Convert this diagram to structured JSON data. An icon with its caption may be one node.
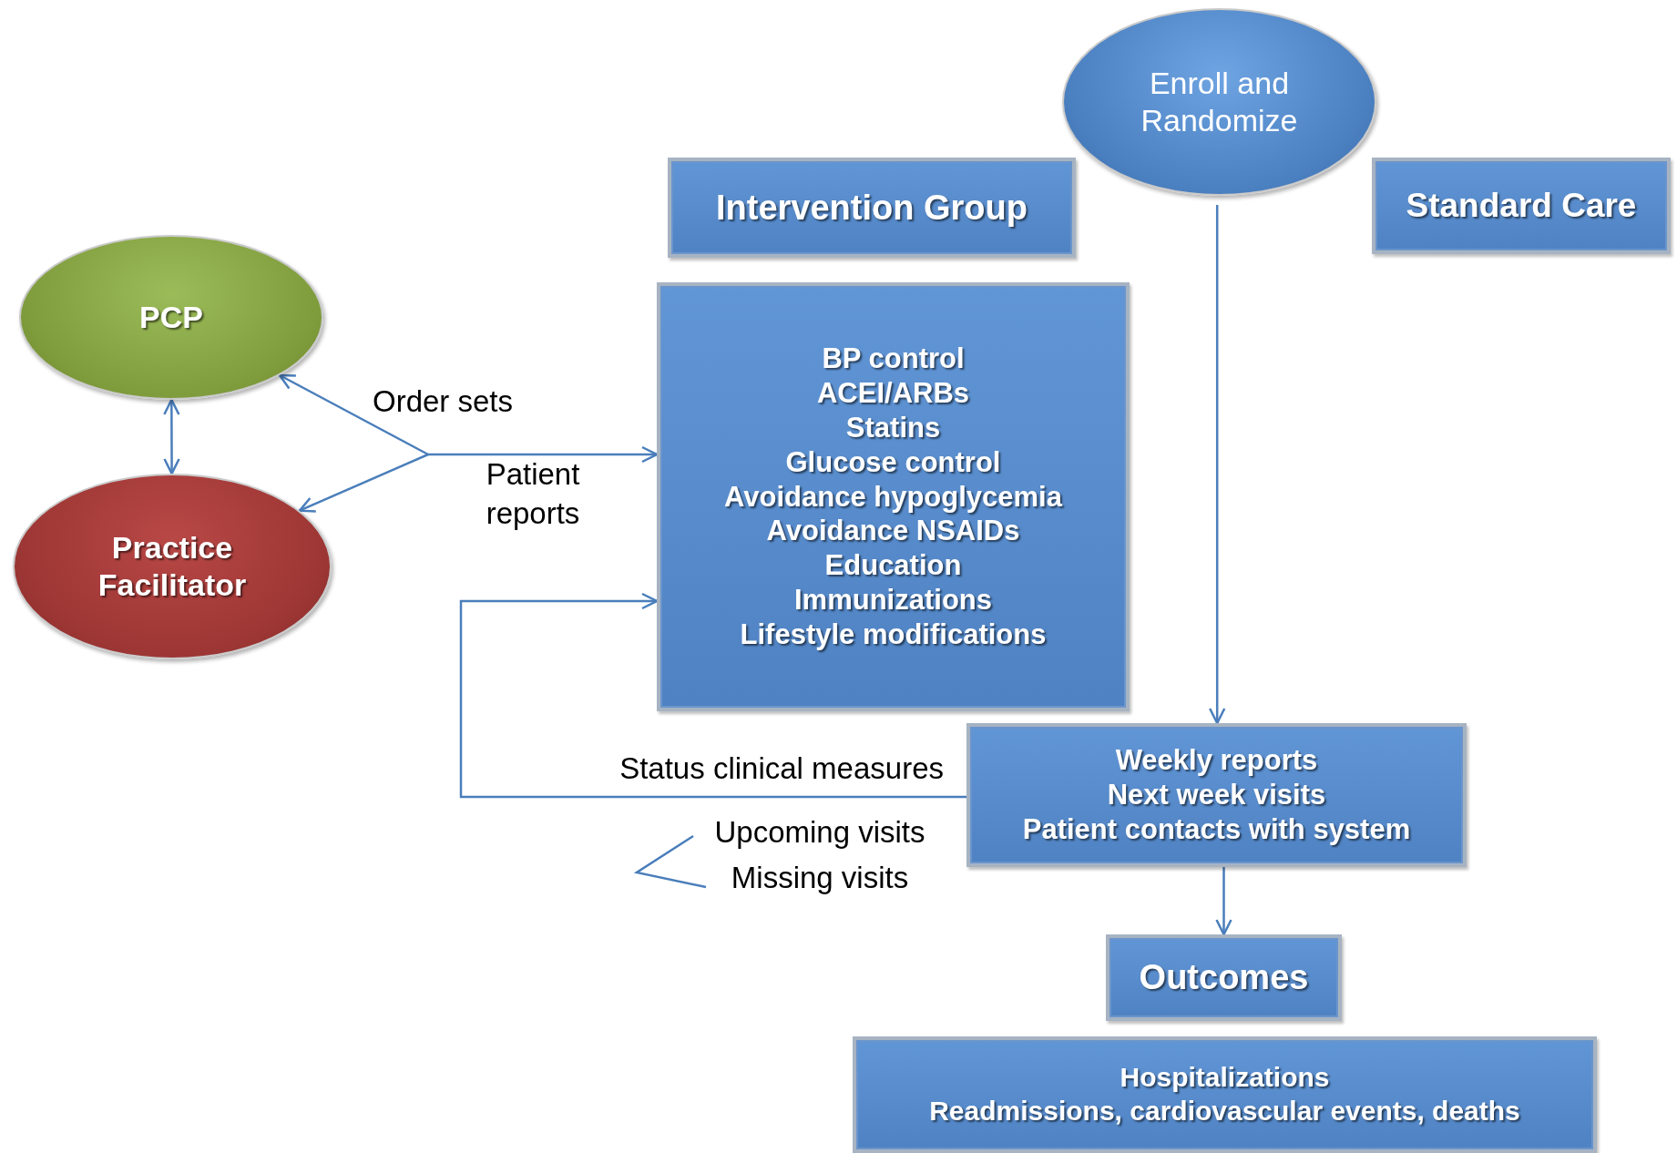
{
  "diagram": {
    "nodes": [
      {
        "text": [
          "Enroll and Randomize"
        ]
      },
      {
        "text": [
          "Intervention Group"
        ]
      },
      {
        "text": [
          "Standard Care"
        ]
      },
      {
        "text": [
          "PCP"
        ]
      },
      {
        "text": [
          "Practice Facilitator"
        ]
      },
      {
        "text": [
          "BP control",
          "ACEI/ARBs",
          "Statins",
          "Glucose control",
          "Avoidance hypoglycemia",
          "Avoidance NSAIDs",
          "Education",
          "Immunizations",
          "Lifestyle modifications"
        ]
      },
      {
        "text": [
          "Weekly reports",
          "Next week visits",
          "Patient contacts with system"
        ]
      },
      {
        "text": [
          "Outcomes"
        ]
      },
      {
        "text": [
          "Hospitalizations",
          "Readmissions, cardiovascular events, deaths"
        ]
      }
    ],
    "edges": [
      {
        "from": 0,
        "to": 6,
        "arrow": "to"
      },
      {
        "from": 3,
        "to": 4,
        "arrow": "both"
      },
      {
        "from": null,
        "to": 3,
        "arrow": "to"
      },
      {
        "from": null,
        "to": 4,
        "arrow": "to"
      },
      {
        "from": null,
        "to": 5,
        "arrow": "to",
        "label": "Order sets"
      },
      {
        "from": 6,
        "to": 5,
        "arrow": "to",
        "label": "Status clinical measures"
      },
      {
        "from": 6,
        "to": 7,
        "arrow": "to"
      }
    ],
    "labels": [
      "Patient reports",
      "Upcoming visits",
      "Missing visits"
    ]
  }
}
